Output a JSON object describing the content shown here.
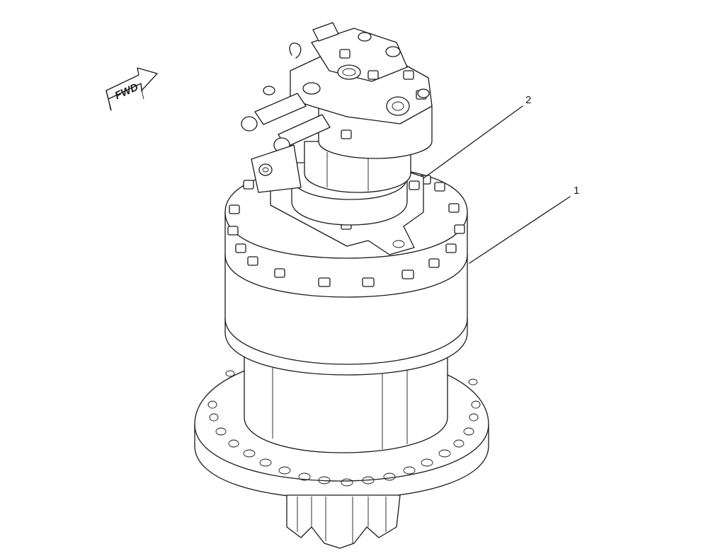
{
  "fwd_label": "FWD",
  "callouts": [
    {
      "id": "1",
      "label": "1"
    },
    {
      "id": "2",
      "label": "2"
    }
  ],
  "colors": {
    "line": "#1a1a1a",
    "background": "#ffffff"
  }
}
